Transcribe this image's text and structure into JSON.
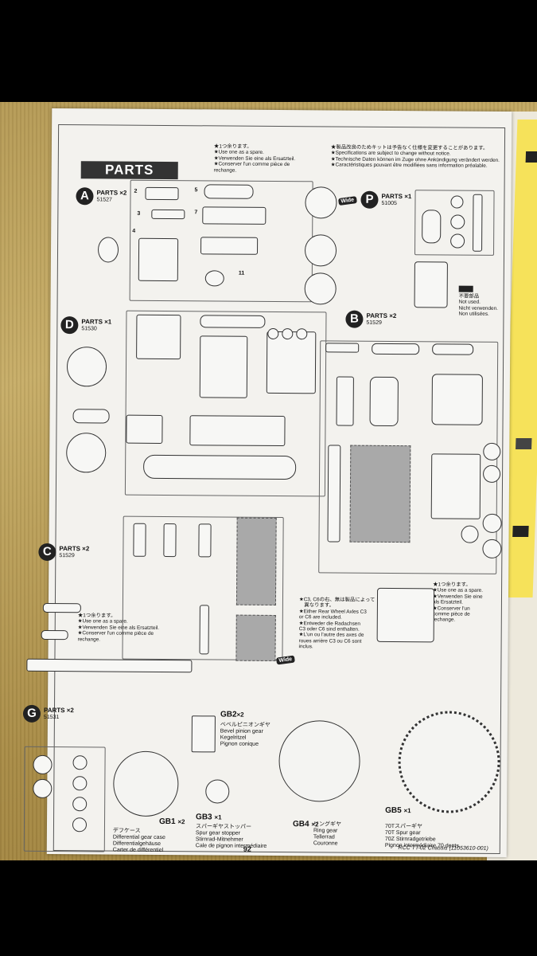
{
  "sheet": {
    "title": "PARTS",
    "spare_note": "★1つ余ります。\n★Use one as a spare.\n★Verwenden Sie eine als Ersatzteil.\n★Conserver l'un comme pièce de\nrechange.",
    "spec_note": "★製品改良のためキットは予告なく仕様を変更することがあります。\n★Specifications are subject to change without notice.\n★Technische Daten können im Zuge ohne Ankündigung verändert werden.\n★Caractéristiques pouvant être modifiées sans information préalable.",
    "not_used_note": "不要部品\nNot used.\nNicht verwenden.\nNon utilisées.",
    "spare_note_b": "★1つ余ります。\n★Use one as a spare.\n★Verwenden Sie eine\nals Ersatzteil.\n★Conserver l'un\ncomme pièce de\nrechange.",
    "spare_note_c": "★1つ余ります。\n★Use one as a spare.\n★Verwenden Sie eine als Ersatzteil.\n★Conserver l'un comme pièce de\nrechange.",
    "axle_note": "★C3, C6の右、無は製品によって\n　異なります。\n★Either Rear Wheel Axles C3\nor C6 are included.\n★Entweder die Radachsen\nC3 oder C6 sind enthalten.\n★L'un ou l'autre des axes de\nroues arrière C3 ou C6 sont\ninclus.",
    "wide_badge": "Wide",
    "page_number": "92",
    "footer": "RCC TT-02 Chassis (11053610-001)"
  },
  "trees": {
    "A": {
      "letter": "A",
      "label": "PARTS ×2",
      "code": "51527"
    },
    "P": {
      "letter": "P",
      "label": "PARTS ×1",
      "code": "51005"
    },
    "D": {
      "letter": "D",
      "label": "PARTS ×1",
      "code": "51530"
    },
    "B": {
      "letter": "B",
      "label": "PARTS ×2",
      "code": "51529"
    },
    "C": {
      "letter": "C",
      "label": "PARTS ×2",
      "code": "51529"
    },
    "G": {
      "letter": "G",
      "label": "PARTS ×2",
      "code": "51531"
    }
  },
  "gear_parts": {
    "gb1": {
      "code": "GB1",
      "qty": "×2",
      "text": "デフケース\nDifferential gear case\nDifferentialgehäuse\nCarter de différentiel"
    },
    "gb2": {
      "code": "GB2",
      "qty": "×2",
      "text": "ベベルピニオンギヤ\nBevel pinion gear\nKegelritzel\nPignon conique"
    },
    "gb3": {
      "code": "GB3",
      "qty": "×1",
      "text": "スパーギヤストッパー\nSpur gear stopper\nStirnrad-Mitnehmer\nCale de pignon intermédiaire"
    },
    "gb4": {
      "code": "GB4",
      "qty": "×2",
      "text": "リングギヤ\nRing gear\nTellerrad\nCouronne"
    },
    "gb5": {
      "code": "GB5",
      "qty": "×1",
      "text": "70Tスパーギヤ\n70T Spur gear\n70Z Stirnradgetriebe\nPignon intermédiaire 70 dents"
    }
  },
  "colors": {
    "paper": "#f3f2ee",
    "ink": "#111111",
    "tatami": "#b59a55",
    "accent_page": "#f6e25a"
  }
}
